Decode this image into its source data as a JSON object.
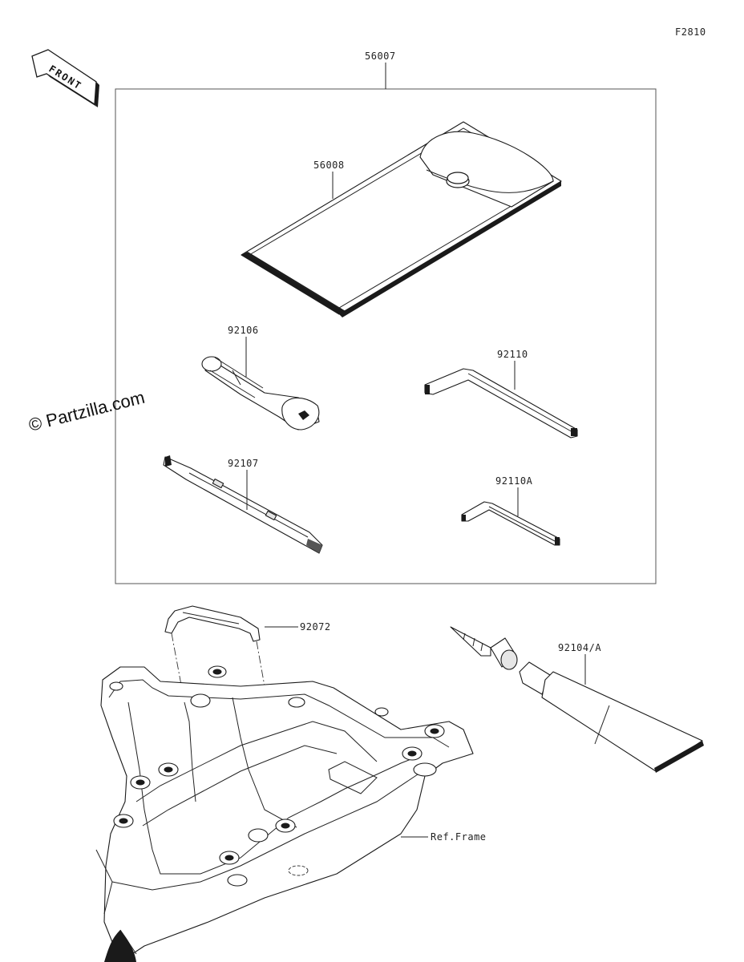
{
  "figure_code": "F2810",
  "front_arrow_text": "FRONT",
  "watermark": "© Partzilla.com",
  "parts": {
    "tool_kit": "56007",
    "tool_bag": "56008",
    "handle": "92106",
    "screwdriver": "92107",
    "hex_wrench": "92110",
    "hex_wrench_small": "92110A",
    "holder_band": "92072",
    "repair_kit": "92104/A",
    "frame_ref": "Ref.Frame"
  }
}
